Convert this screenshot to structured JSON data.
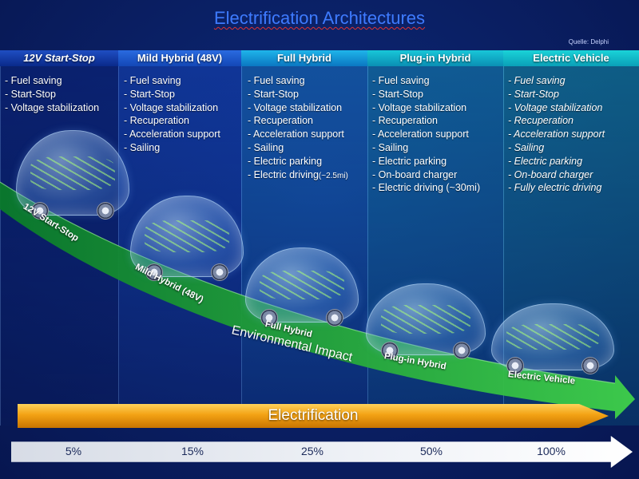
{
  "title": "Electrification Architectures",
  "source": "Quelle: Delphi",
  "columns": [
    {
      "header": "12V Start-Stop",
      "features": [
        "- Fuel saving",
        " - Start-Stop",
        " - Voltage stabilization"
      ],
      "car_label": "12V Start-Stop"
    },
    {
      "header": "Mild Hybrid (48V)",
      "features": [
        "- Fuel saving",
        " - Start-Stop",
        " - Voltage stabilization",
        " - Recuperation",
        " - Acceleration support",
        " - Sailing"
      ],
      "car_label": "Mild Hybrid (48V)"
    },
    {
      "header": "Full Hybrid",
      "features": [
        "- Fuel saving",
        " - Start-Stop",
        " - Voltage stabilization",
        " - Recuperation",
        " - Acceleration support",
        " - Sailing",
        " - Electric parking",
        " - Electric driving"
      ],
      "feature_suffix": "(~2.5mi)",
      "car_label": "Full Hybrid"
    },
    {
      "header": "Plug-in Hybrid",
      "features": [
        " - Fuel saving",
        " - Start-Stop",
        " - Voltage stabilization",
        " - Recuperation",
        " - Acceleration support",
        " - Sailing",
        " - Electric parking",
        " - On-board charger",
        " - Electric driving (~30mi)"
      ],
      "car_label": "Plug-in Hybrid"
    },
    {
      "header": "Electric Vehicle",
      "features": [
        " - Fuel saving",
        " - Start-Stop",
        " - Voltage stabilization",
        " - Recuperation",
        " - Acceleration support",
        " - Sailing",
        " - Electric parking",
        " - On-board charger",
        " - Fully electric driving"
      ],
      "car_label": "Electric Vehicle"
    }
  ],
  "environmental_impact_label": "Environmental Impact",
  "electrification_label": "Electrification",
  "percentages": [
    "5%",
    "15%",
    "25%",
    "50%",
    "100%"
  ],
  "colors": {
    "title": "#3e7bff",
    "impact_arrow_start": "#0a7a2a",
    "impact_arrow_end": "#3fd04a",
    "electrification_bar": "#f3a214",
    "percent_bar": "#eef1f6"
  }
}
